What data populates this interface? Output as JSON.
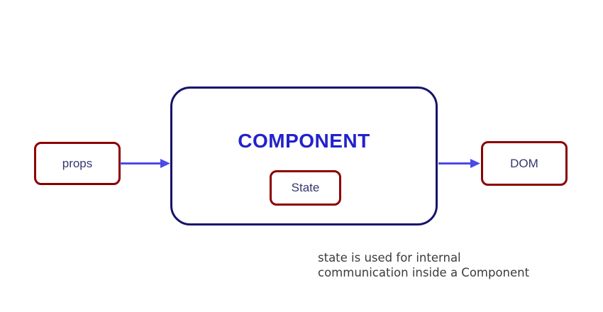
{
  "diagram": {
    "component": {
      "label": "COMPONENT"
    },
    "state": {
      "label": "State"
    },
    "props": {
      "label": "props"
    },
    "dom": {
      "label": "DOM"
    },
    "caption": {
      "line1": "state is used for internal",
      "line2": "communication inside a Component"
    },
    "colors": {
      "background": "#ffffff",
      "component_border": "#14146b",
      "component_text": "#2222cc",
      "node_border": "#8b0000",
      "node_text": "#363670",
      "arrow": "#4a4ae8",
      "caption_text": "#3b3b3b"
    }
  }
}
